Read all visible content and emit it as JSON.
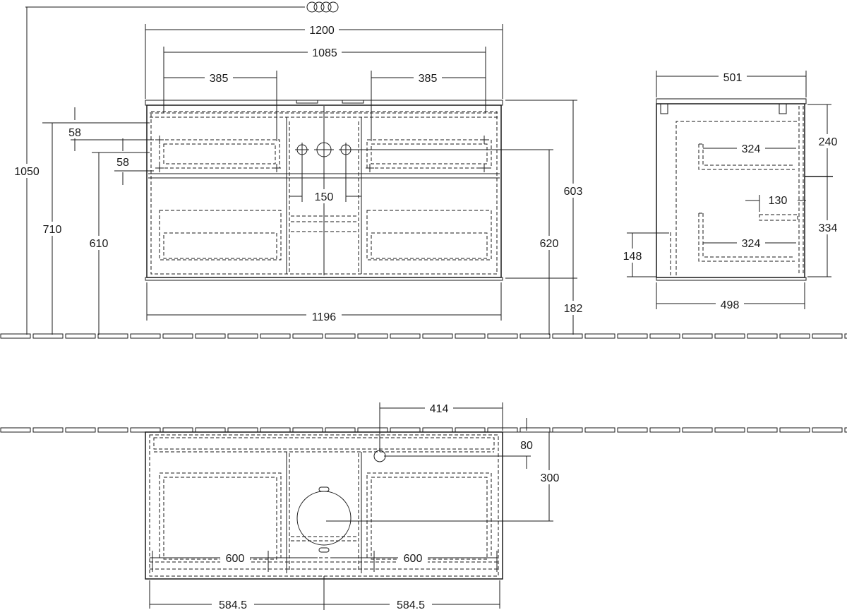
{
  "front_view": {
    "overall_width": "1200",
    "handle_span": "1085",
    "left_handle_offset": "385",
    "right_handle_offset": "385",
    "total_height": "1050",
    "drawer_gap_top": "58",
    "drawer_gap_second": "58",
    "height_710": "710",
    "height_610": "610",
    "tap_spacing": "150",
    "cabinet_height": "603",
    "tap_height": "620",
    "plinth_height": "182",
    "bottom_width": "1196"
  },
  "side_view": {
    "top_depth": "501",
    "upper_drawer_height": "240",
    "upper_drawer_depth": "324",
    "siphon_offset": "130",
    "lower_drawer_height": "334",
    "lower_drawer_depth": "324",
    "siphon_height": "148",
    "bottom_depth": "498"
  },
  "top_view": {
    "drain_offset": "414",
    "back_gap": "80",
    "drain_depth": "300",
    "left_drawer_width": "600",
    "right_drawer_width": "600",
    "left_half": "584.5",
    "right_half": "584.5"
  }
}
